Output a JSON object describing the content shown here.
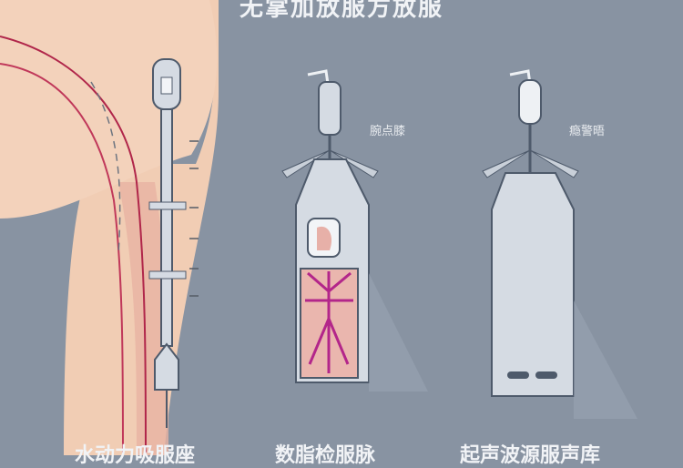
{
  "title": "无掌加放服方放服",
  "devices": [
    {
      "caption": "水动力吸服座"
    },
    {
      "caption": "数脂检服脉",
      "label": "腕点膝"
    },
    {
      "caption": "起声波源服声库",
      "label": "瘾警晤"
    }
  ],
  "colors": {
    "background": "#8893a2",
    "skin": "#f1cdb4",
    "vessel": "#b0264a",
    "device": "#d5dbe3"
  }
}
